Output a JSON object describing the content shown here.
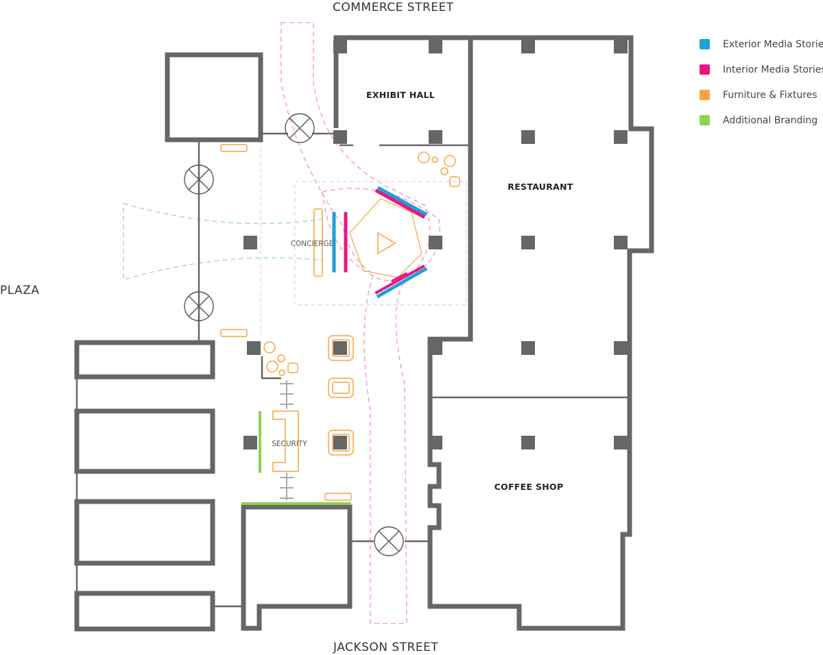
{
  "streets": {
    "north": "COMMERCE STREET",
    "south": "JACKSON STREET",
    "west": "PLAZA"
  },
  "rooms": {
    "exhibit_hall": "EXHIBIT HALL",
    "restaurant": "RESTAURANT",
    "coffee_shop": "COFFEE SHOP",
    "concierge": "CONCIERGE",
    "security": "SECURITY"
  },
  "legend": [
    {
      "label": "Exterior Media Stories",
      "color": "#1ba1dc"
    },
    {
      "label": "Interior Media Stories",
      "color": "#e8177f"
    },
    {
      "label": "Furniture & Fixtures",
      "color": "#f7a440"
    },
    {
      "label": "Additional Branding",
      "color": "#8fd14f"
    }
  ],
  "colors": {
    "wall": "#666666",
    "furniture": "#f7a440",
    "path": "#f4a6c6",
    "exterior_path": "#a8d8ee"
  },
  "icons": [
    "play-icon",
    "door-icon"
  ]
}
